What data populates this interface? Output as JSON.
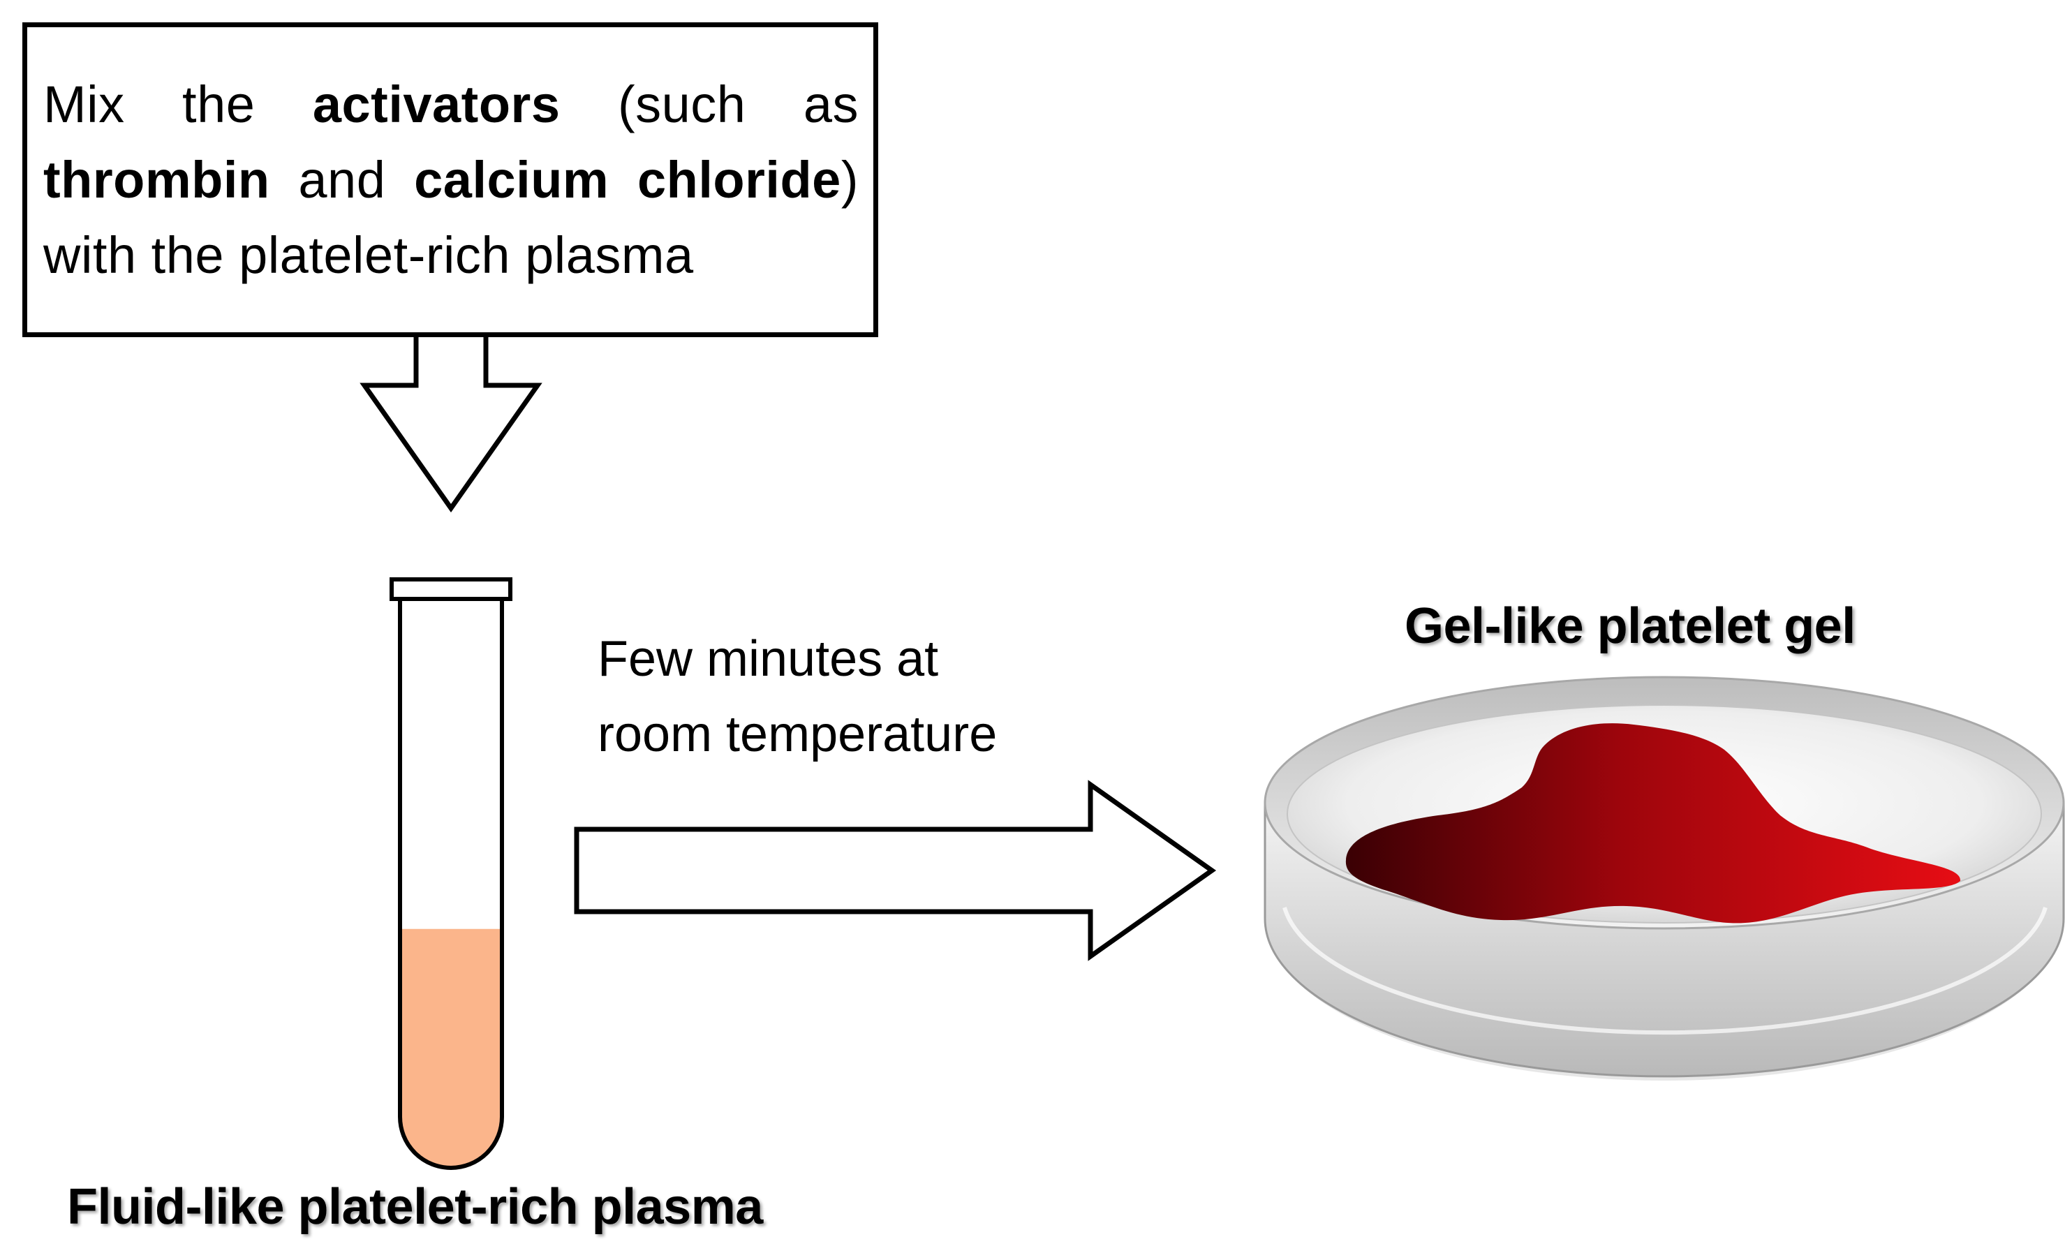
{
  "instruction": {
    "w1": "Mix the",
    "activators": "activators",
    "w2": "(such as",
    "thrombin": "thrombin",
    "and": "and",
    "calcium_chloride": "calcium chloride",
    "w3": ")",
    "w4": "with the platelet-rich plasma"
  },
  "transition": {
    "line1": "Few minutes at",
    "line2": "room temperature"
  },
  "tube": {
    "label": "Fluid-like platelet-rich plasma",
    "fill_level": 0.42
  },
  "dish": {
    "label": "Gel-like platelet gel"
  },
  "colors": {
    "outline": "#000000",
    "plasma": "#fbb58b",
    "gel_dark": "#3a0004",
    "gel_bright": "#e10a12",
    "dish": "#d9d9d9"
  }
}
